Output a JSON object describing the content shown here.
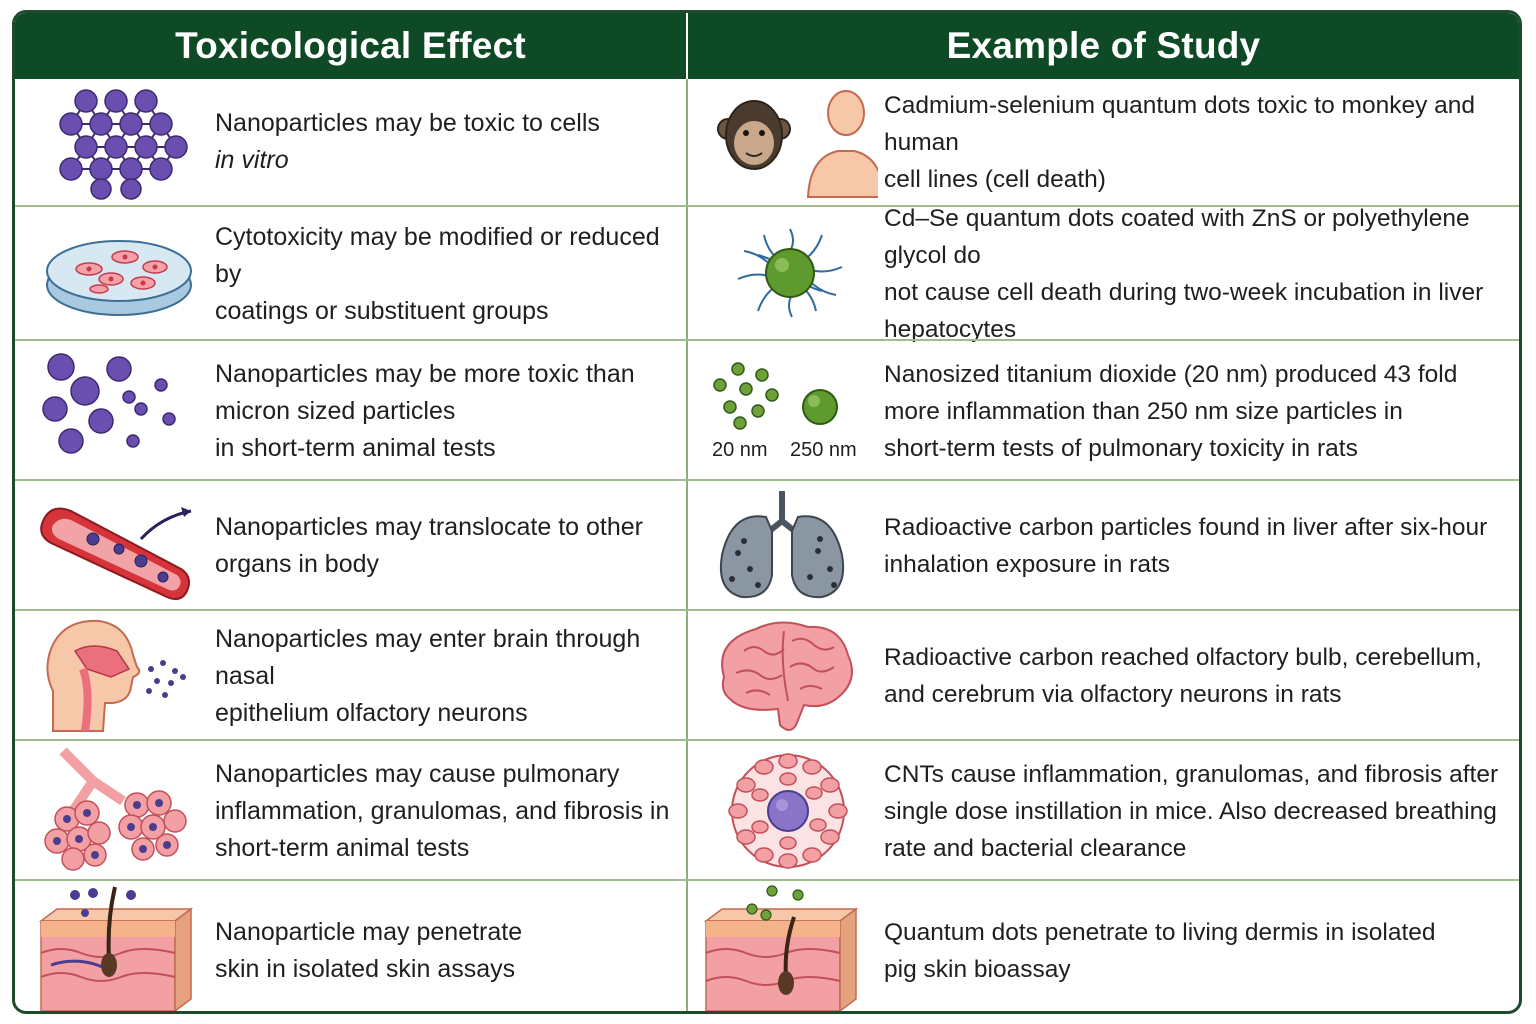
{
  "header": {
    "effect_title": "Toxicological Effect",
    "study_title": "Example of Study"
  },
  "rows": [
    {
      "effect_lines": [
        "Nanoparticles may be toxic to cells "
      ],
      "effect_italic": "in vitro",
      "study_lines": [
        "Cadmium-selenium quantum dots toxic to monkey and human",
        "cell lines (cell death)"
      ]
    },
    {
      "effect_lines": [
        "Cytotoxicity may be modified or reduced by",
        "coatings or substituent groups"
      ],
      "study_lines": [
        "Cd–Se quantum dots coated with ZnS or polyethylene glycol do",
        "not cause cell death during two-week incubation in liver hepatocytes"
      ]
    },
    {
      "effect_lines": [
        "Nanoparticles may be more toxic than",
        "micron sized particles",
        "in short-term animal tests"
      ],
      "study_lines": [
        "Nanosized titanium dioxide (20 nm) produced 43 fold",
        "more inflammation than 250 nm size particles in",
        "short-term tests of pulmonary toxicity in rats"
      ],
      "label_small": "20 nm",
      "label_large": "250 nm"
    },
    {
      "effect_lines": [
        "Nanoparticles may translocate to other",
        "organs in body"
      ],
      "study_lines": [
        "Radioactive carbon particles found in liver after six-hour",
        "inhalation exposure in rats"
      ]
    },
    {
      "effect_lines": [
        "Nanoparticles may enter brain through nasal",
        "epithelium olfactory neurons"
      ],
      "study_lines": [
        "Radioactive carbon reached olfactory bulb, cerebellum,",
        "and cerebrum via olfactory neurons in rats"
      ]
    },
    {
      "effect_lines": [
        "Nanoparticles may cause pulmonary",
        "inflammation, granulomas, and fibrosis in",
        "short-term animal tests"
      ],
      "study_lines": [
        "CNTs cause inflammation, granulomas, and fibrosis after",
        "single dose instillation in mice. Also decreased breathing",
        "rate and bacterial clearance"
      ]
    },
    {
      "effect_lines": [
        "Nanoparticle may penetrate",
        "skin in isolated skin assays"
      ],
      "study_lines": [
        "Quantum dots penetrate to living dermis in isolated",
        "pig skin bioassay"
      ]
    }
  ]
}
